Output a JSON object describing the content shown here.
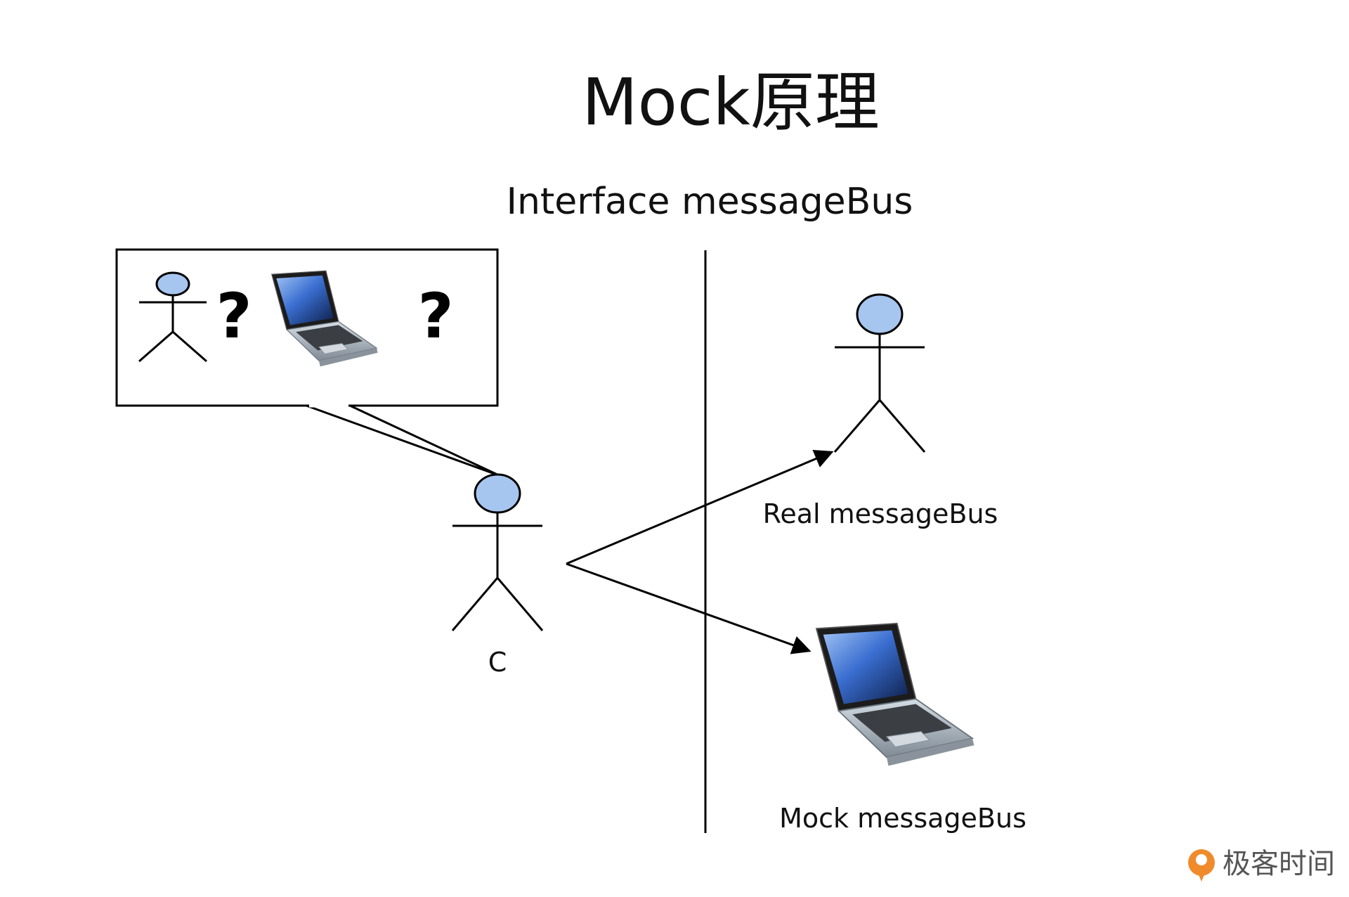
{
  "title": "Mock原理",
  "interface_label": "Interface messageBus",
  "bubble": {
    "question_1": "?",
    "question_2": "?"
  },
  "client_label": "C",
  "real_label": "Real messageBus",
  "mock_label": "Mock messageBus",
  "watermark": {
    "text": "极客时间",
    "color": "#f08b2c"
  },
  "colors": {
    "actor_head": "#a7c6ef",
    "line": "#000000",
    "laptop_screen": "#2f5fc0",
    "laptop_body": "#a9b3bd"
  },
  "icons": [
    "stick-figure-icon",
    "laptop-icon",
    "logo-icon"
  ]
}
